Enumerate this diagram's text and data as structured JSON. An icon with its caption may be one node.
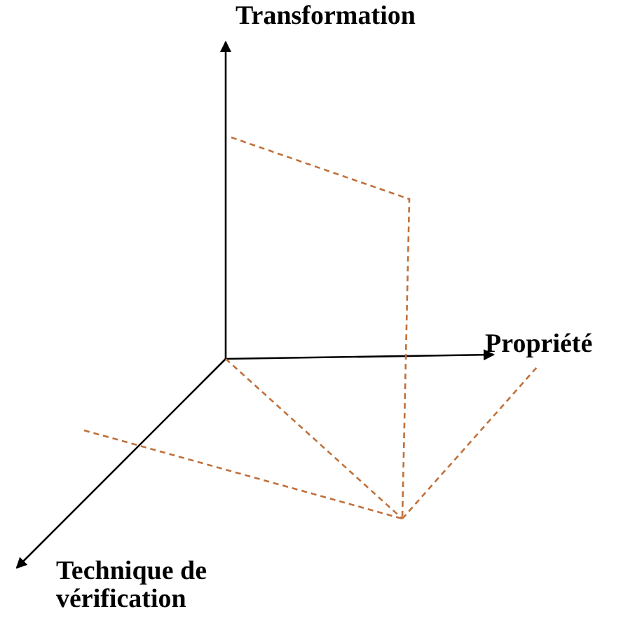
{
  "diagram": {
    "labels": [
      "Transformation",
      "Propriété",
      "Technique de vérification"
    ]
  }
}
